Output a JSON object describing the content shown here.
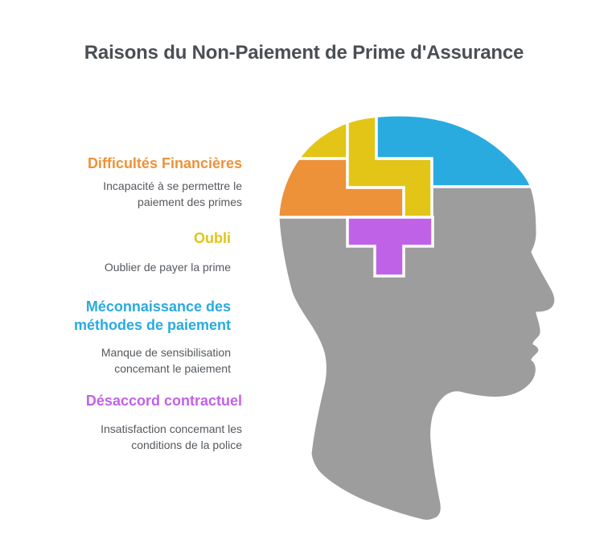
{
  "title": "Raisons du Non-Paiement de Prime d'Assurance",
  "colors": {
    "background": "#FFFFFF",
    "title_text": "#4A4F54",
    "body_text": "#55595E",
    "head": "#9D9D9D",
    "outline": "#FFFFFF"
  },
  "reasons": [
    {
      "heading_lines": [
        "Difficultés Financières"
      ],
      "body_lines": [
        "Incapacité à se permettre le",
        "paiement des primes"
      ],
      "color": "#ED9238"
    },
    {
      "heading_lines": [
        "Oubli"
      ],
      "body_lines": [
        "Oublier de payer la prime"
      ],
      "color": "#E2C516"
    },
    {
      "heading_lines": [
        "Méconnaissance des",
        "méthodes de paiement"
      ],
      "body_lines": [
        "Manque de sensibilisation",
        "concemant le paiement"
      ],
      "color": "#29ABE0"
    },
    {
      "heading_lines": [
        "Désaccord contractuel"
      ],
      "body_lines": [
        "Insatisfaction concemant les",
        "conditions de la police"
      ],
      "color": "#C062E8"
    }
  ]
}
